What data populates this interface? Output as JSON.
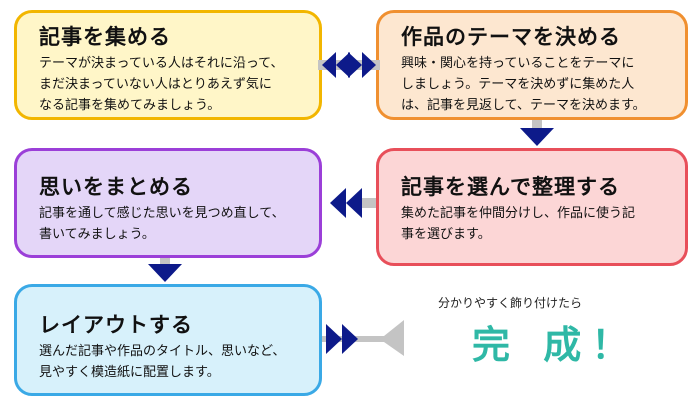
{
  "steps": {
    "collect": {
      "title": "記事を集める",
      "desc": "テーマが決まっている人はそれに沿って、\nまだ決まっていない人はとりあえず気に\nなる記事を集めてみましょう。"
    },
    "theme": {
      "title": "作品のテーマを決める",
      "desc": "興味・関心を持っていることをテーマに\nしましょう。テーマを決めずに集めた人\nは、記事を見返して、テーマを決めます。"
    },
    "sort": {
      "title": "記事を選んで整理する",
      "desc": "集めた記事を仲間分けし、作品に使う記\n事を選びます。"
    },
    "thought": {
      "title": "思いをまとめる",
      "desc": "記事を通して感じた思いを見つめ直して、\n書いてみましょう。"
    },
    "layout": {
      "title": "レイアウトする",
      "desc": "選んだ記事や作品のタイトル、思いなど、\n見やすく模造紙に配置します。"
    }
  },
  "finish": {
    "note": "分かりやすく飾り付けたら",
    "word": "完 成！"
  },
  "colors": {
    "arrow": "#0d1a8a",
    "connector": "#c4c4c4",
    "finish": "#2fb8a6"
  }
}
